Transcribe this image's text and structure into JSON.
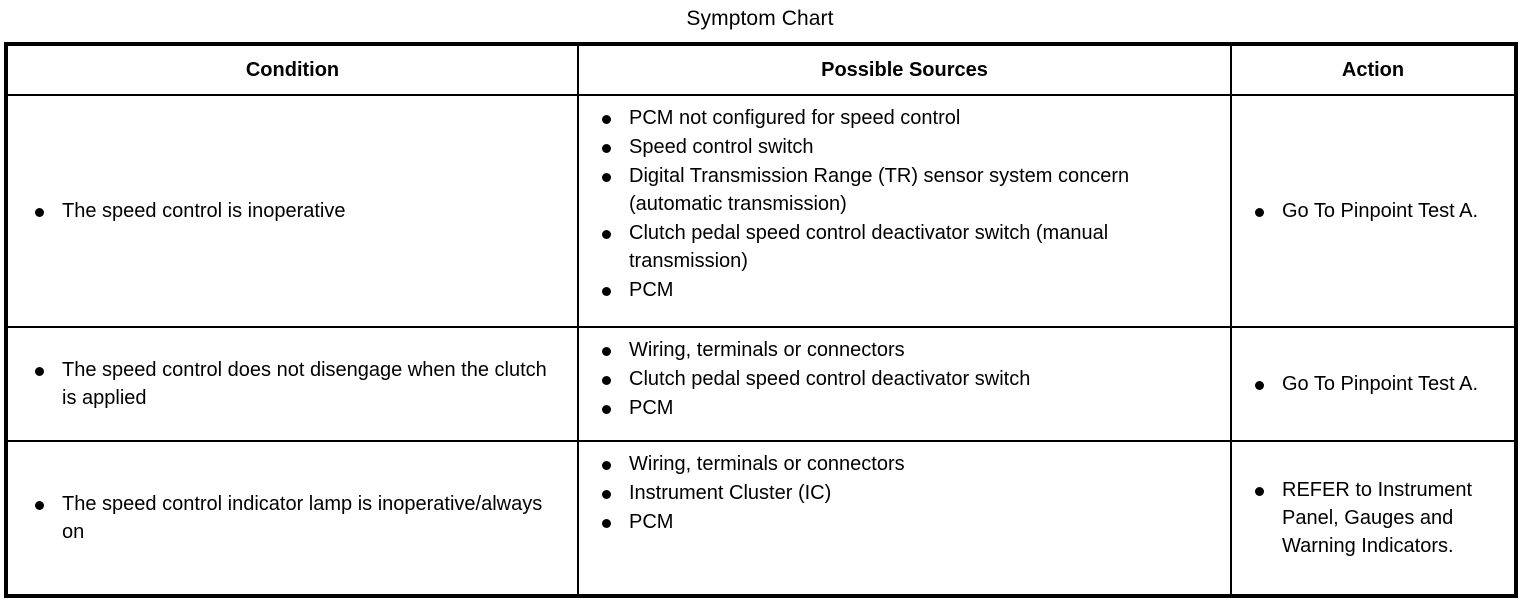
{
  "title": "Symptom Chart",
  "table": {
    "headers": {
      "condition": "Condition",
      "sources": "Possible Sources",
      "action": "Action"
    },
    "rows": [
      {
        "condition": "The speed control is inoperative",
        "sources": [
          "PCM not configured for speed control",
          "Speed control switch",
          "Digital Transmission Range (TR) sensor system concern (automatic transmission)",
          "Clutch pedal speed control deactivator switch (manual transmission)",
          "PCM"
        ],
        "actions": [
          "Go To Pinpoint Test A."
        ]
      },
      {
        "condition": "The speed control does not disengage when the clutch is applied",
        "sources": [
          "Wiring, terminals or connectors",
          "Clutch pedal speed control deactivator switch",
          "PCM"
        ],
        "actions": [
          "Go To Pinpoint Test A."
        ]
      },
      {
        "condition": "The speed control indicator lamp is inoperative/always on",
        "sources": [
          "Wiring, terminals or connectors",
          "Instrument Cluster (IC)",
          "PCM"
        ],
        "actions": [
          "REFER to Instrument Panel, Gauges and Warning Indicators."
        ]
      }
    ]
  }
}
